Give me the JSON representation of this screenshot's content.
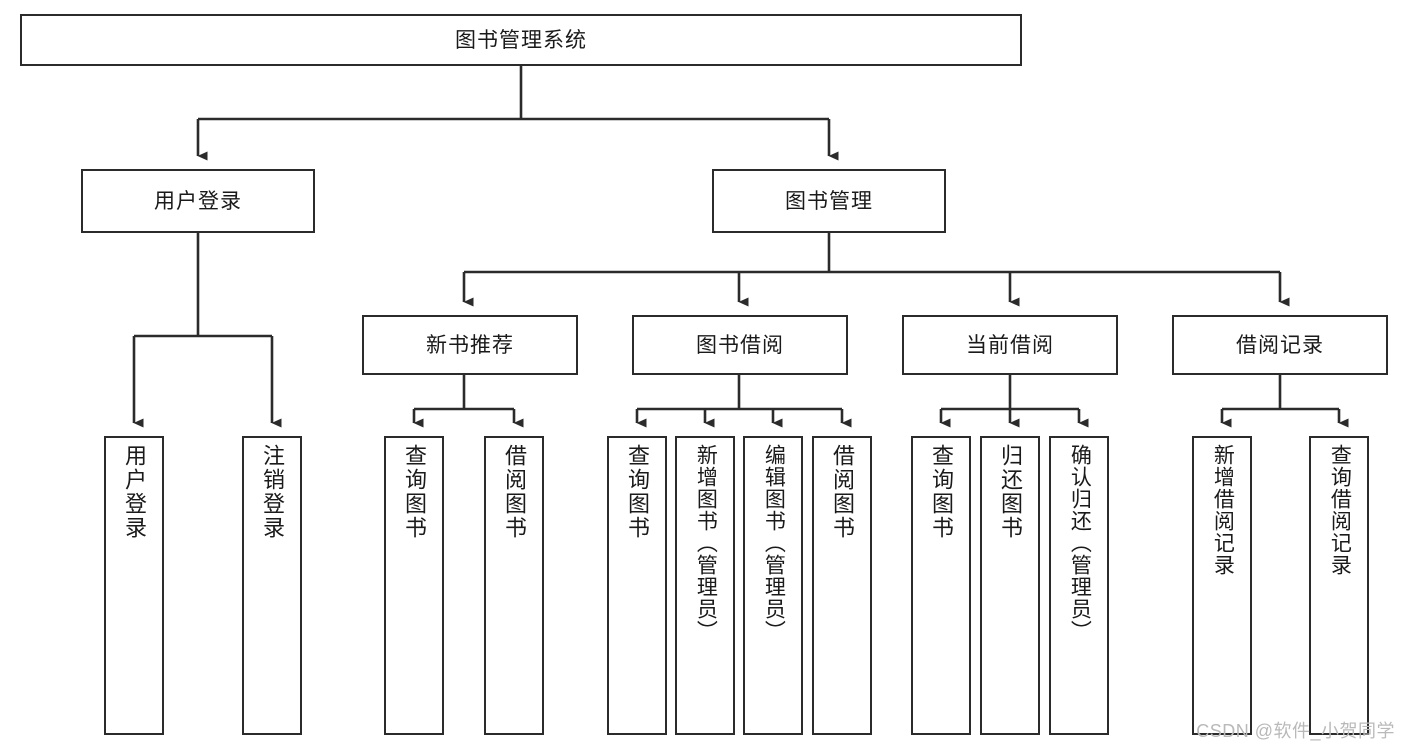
{
  "diagram": {
    "title": "图书管理系统",
    "type": "tree",
    "root": {
      "label": "图书管理系统"
    },
    "level2": [
      {
        "label": "用户登录"
      },
      {
        "label": "图书管理"
      }
    ],
    "level3": [
      {
        "label": "新书推荐"
      },
      {
        "label": "图书借阅"
      },
      {
        "label": "当前借阅"
      },
      {
        "label": "借阅记录"
      }
    ],
    "leaves": {
      "user_login": [
        {
          "label": "用户登录"
        },
        {
          "label": "注销登录"
        }
      ],
      "new_book_recommend": [
        {
          "label": "查询图书"
        },
        {
          "label": "借阅图书"
        }
      ],
      "book_borrow": [
        {
          "label": "查询图书"
        },
        {
          "label": "新增图书（管理员）"
        },
        {
          "label": "编辑图书（管理员）"
        },
        {
          "label": "借阅图书"
        }
      ],
      "current_borrow": [
        {
          "label": "查询图书"
        },
        {
          "label": "归还图书"
        },
        {
          "label": "确认归还（管理员）"
        }
      ],
      "borrow_record": [
        {
          "label": "新增借阅记录"
        },
        {
          "label": "查询借阅记录"
        }
      ]
    }
  },
  "watermark": {
    "text": "CSDN @软件_小贺同学"
  },
  "colors": {
    "border": "#2b2b2b",
    "background": "#ffffff",
    "text": "#1a1a1a",
    "watermark": "#b9b9b9"
  }
}
